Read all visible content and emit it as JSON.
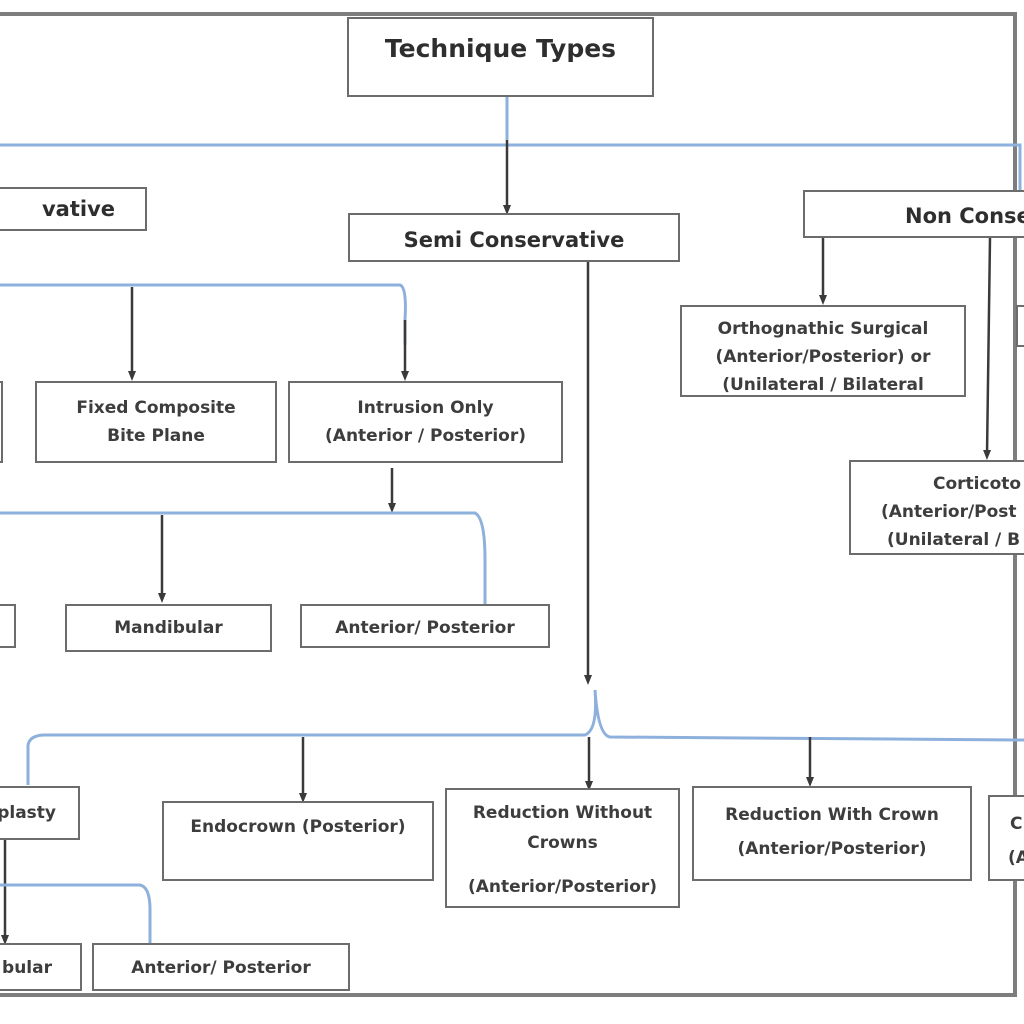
{
  "title": "Technique Types",
  "categories": {
    "conservative": "vative",
    "semi_conservative": "Semi Conservative",
    "non_conservative": "Non Conse"
  },
  "conservative_branch": {
    "fixed_composite_bite_plane": [
      "Fixed Composite",
      "Bite Plane"
    ],
    "intrusion_only": [
      "Intrusion Only",
      "(Anterior / Posterior)"
    ],
    "mandibular": "Mandibular",
    "anterior_posterior": "Anterior/  Posterior"
  },
  "non_conservative_branch": {
    "orthognathic_surgical": [
      "Orthognathic Surgical",
      "(Anterior/Posterior) or",
      "(Unilateral / Bilateral"
    ],
    "corticotomy": [
      "Corticoto",
      "(Anterior/Post",
      "(Unilateral / B"
    ]
  },
  "semi_conservative_branch": {
    "onlay_plasty": "plasty",
    "endocrown": "Endocrown (Posterior)",
    "reduction_without_crowns": [
      "Reduction Without",
      "Crowns",
      "(Anterior/Posterior)"
    ],
    "reduction_with_crown": [
      "Reduction With Crown",
      "(Anterior/Posterior)"
    ],
    "cut_box": [
      "C",
      "(A"
    ],
    "mandibular_bottom": "bular",
    "anterior_posterior_bottom": "Anterior/  Posterior"
  }
}
